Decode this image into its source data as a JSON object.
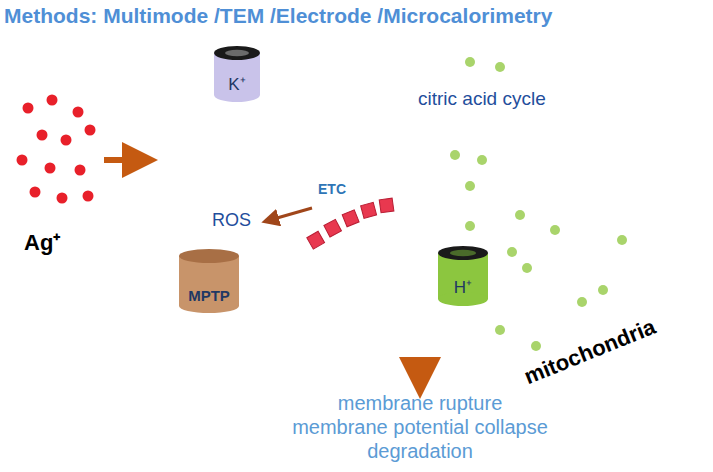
{
  "diagram": {
    "title": "Methods: Multimode /TEM /Electrode /Microcalorimetry",
    "nodes": [
      {
        "text": [
          "mitochondria"
        ]
      },
      {
        "text": [
          "citric acid cycle"
        ],
        "in": 0
      },
      {
        "text": [
          "K⁺"
        ],
        "in": 1
      },
      {
        "text": [
          "MPTP"
        ],
        "in": 0
      },
      {
        "text": [
          "H⁺"
        ],
        "in": 1
      }
    ],
    "labels": [
      "Ag⁺",
      "ETC",
      "ROS",
      "membrane rupture",
      "membrane potential collapse",
      "degradation"
    ]
  }
}
